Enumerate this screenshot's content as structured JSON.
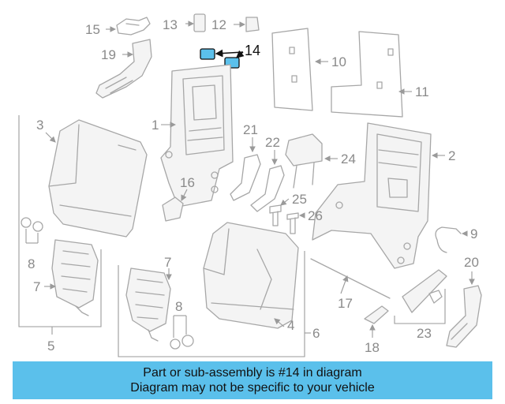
{
  "diagram": {
    "highlight_color": "#5bc0eb",
    "highlight_part": "14",
    "callouts": {
      "c1": "1",
      "c2": "2",
      "c3": "3",
      "c4": "4",
      "c5": "5",
      "c6": "6",
      "c7a": "7",
      "c7b": "7",
      "c8a": "8",
      "c8b": "8",
      "c9": "9",
      "c10": "10",
      "c11": "11",
      "c12": "12",
      "c13": "13",
      "c14": "14",
      "c15": "15",
      "c16": "16",
      "c17": "17",
      "c18": "18",
      "c19": "19",
      "c20": "20",
      "c21": "21",
      "c22": "22",
      "c23": "23",
      "c24": "24",
      "c25": "25",
      "c26": "26"
    }
  },
  "banner": {
    "line1": "Part or sub-assembly is #14 in diagram",
    "line2": "Diagram may not be specific to your vehicle",
    "background": "#5bc0eb"
  }
}
